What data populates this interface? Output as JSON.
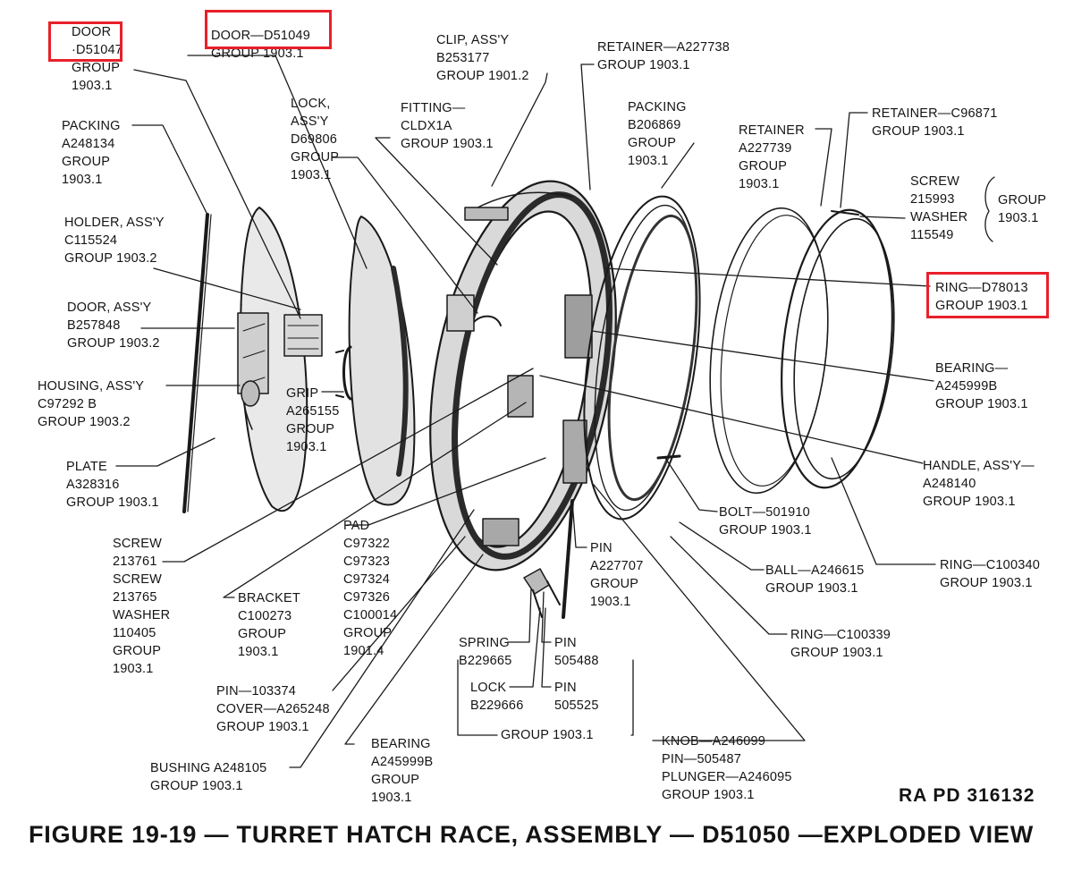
{
  "figure": {
    "caption": "FIGURE 19-19 — TURRET HATCH RACE, ASSEMBLY — D51050 —EXPLODED VIEW",
    "reference": "RA PD 316132"
  },
  "highlight_color": "#e8202a",
  "callouts": {
    "door_d51047": [
      "DOOR",
      "·D51047",
      "GROUP",
      "1903.1"
    ],
    "door_d51049": [
      "DOOR—D51049",
      "GROUP 1903.1"
    ],
    "clip": [
      "CLIP, ASS'Y",
      "B253177",
      "GROUP 1901.2"
    ],
    "retainer_a227738": [
      "RETAINER—A227738",
      "GROUP 1903.1"
    ],
    "packing_a248134": [
      "PACKING",
      "A248134",
      "GROUP",
      "1903.1"
    ],
    "lock_d69806": [
      "LOCK,",
      "ASS'Y",
      "D69806",
      "GROUP",
      "1903.1"
    ],
    "fitting": [
      "FITTING—",
      "CLDX1A",
      "GROUP 1903.1"
    ],
    "packing_b206869": [
      "PACKING",
      "B206869",
      "GROUP",
      "1903.1"
    ],
    "retainer_a227739": [
      "RETAINER",
      "A227739",
      "GROUP",
      "1903.1"
    ],
    "retainer_c96871": [
      "RETAINER—C96871",
      "GROUP 1903.1"
    ],
    "screw_washer": [
      "SCREW",
      "215993",
      "WASHER",
      "115549"
    ],
    "screw_washer_group": [
      "GROUP",
      "1903.1"
    ],
    "holder": [
      "HOLDER, ASS'Y",
      "C115524",
      "GROUP 1903.2"
    ],
    "ring_d78013": [
      "RING—D78013",
      "GROUP 1903.1"
    ],
    "door_b257848": [
      "DOOR, ASS'Y",
      "B257848",
      "GROUP 1903.2"
    ],
    "bearing_a245999b_right": [
      "BEARING—",
      "A245999B",
      "GROUP 1903.1"
    ],
    "housing": [
      "HOUSING, ASS'Y",
      "C97292 B",
      "GROUP 1903.2"
    ],
    "grip": [
      "GRIP",
      "A265155",
      "GROUP",
      "1903.1"
    ],
    "plate": [
      "PLATE",
      "A328316",
      "GROUP 1903.1"
    ],
    "handle": [
      "HANDLE, ASS'Y—",
      "A248140",
      "GROUP 1903.1"
    ],
    "bolt": [
      "BOLT—501910",
      "GROUP 1903.1"
    ],
    "pad": [
      "PAD",
      "C97322",
      "C97323",
      "C97324",
      "C97326",
      "C100014",
      "GROUP",
      "1901.4"
    ],
    "screw_213761": [
      "SCREW",
      "213761",
      "SCREW",
      "213765",
      "WASHER",
      "110405",
      "GROUP",
      "1903.1"
    ],
    "pin_a227707": [
      "PIN",
      "A227707",
      "GROUP",
      "1903.1"
    ],
    "ring_c100340": [
      "RING—C100340",
      "GROUP 1903.1"
    ],
    "ball": [
      "BALL—A246615",
      "GROUP 1903.1"
    ],
    "bracket": [
      "BRACKET",
      "C100273",
      "GROUP",
      "1903.1"
    ],
    "ring_c100339": [
      "RING—C100339",
      "GROUP 1903.1"
    ],
    "spring": [
      "SPRING",
      "B229665"
    ],
    "pin_505488": [
      "PIN",
      "505488"
    ],
    "lock_b229666": [
      "LOCK",
      "B229666"
    ],
    "pin_505525": [
      "PIN",
      "505525"
    ],
    "group_bottom": [
      "GROUP 1903.1"
    ],
    "pin_cover": [
      "PIN—103374",
      "COVER—A265248",
      "GROUP 1903.1"
    ],
    "bearing_a245999b_bottom": [
      "BEARING",
      "A245999B",
      "GROUP",
      "1903.1"
    ],
    "knob": [
      "KNOB—A246099",
      "PIN—505487",
      "PLUNGER—A246095",
      "GROUP 1903.1"
    ],
    "bushing": [
      "BUSHING A248105",
      "GROUP 1903.1"
    ]
  }
}
